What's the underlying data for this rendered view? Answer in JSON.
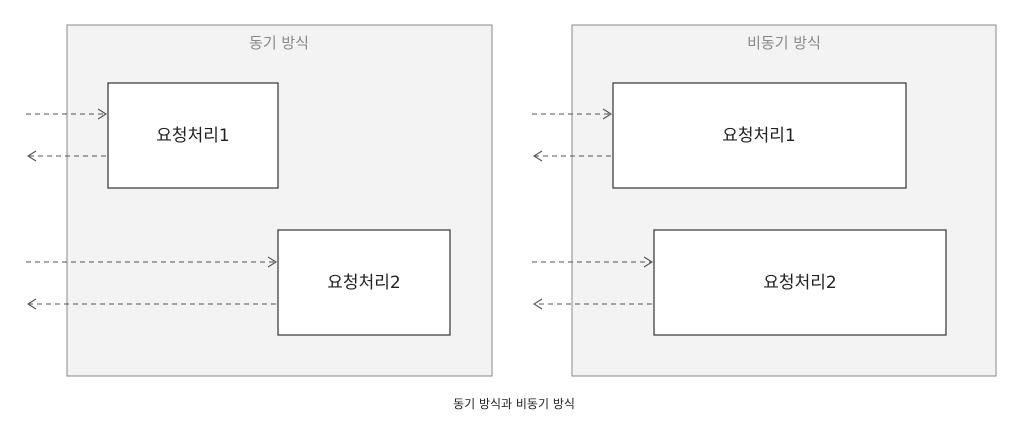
{
  "diagram": {
    "caption": "동기 방식과 비동기 방식",
    "panels": [
      {
        "title": "동기 방식",
        "boxes": [
          {
            "label": "요청처리1"
          },
          {
            "label": "요청처리2"
          }
        ]
      },
      {
        "title": "비동기 방식",
        "boxes": [
          {
            "label": "요청처리1"
          },
          {
            "label": "요청처리2"
          }
        ]
      }
    ]
  }
}
